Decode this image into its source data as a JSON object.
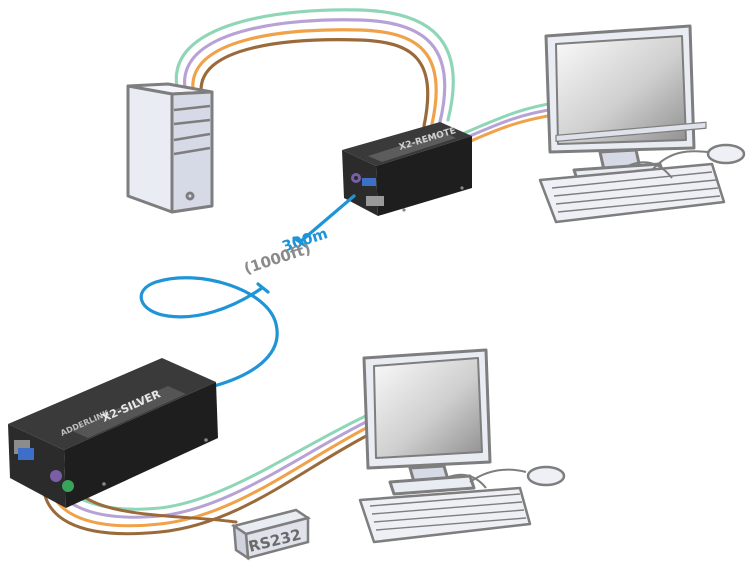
{
  "diagram": {
    "distance_metric": "300m",
    "distance_imperial": "(1000ft)",
    "remote_unit_label": "X2-REMOTE",
    "local_unit_brand": "ADDERLINK",
    "local_unit_model": "X2-SILVER",
    "rs232_label": "RS232",
    "colors": {
      "cable_green": "#8fd6b8",
      "cable_purple": "#b7a2d6",
      "cable_orange": "#f0a24a",
      "cable_brown": "#9a6a3a",
      "cat5": "#1f95d8",
      "outline": "#7e7e7e",
      "device_fill": "#e9ecf3",
      "unit_body": "#2d2d2d"
    }
  }
}
